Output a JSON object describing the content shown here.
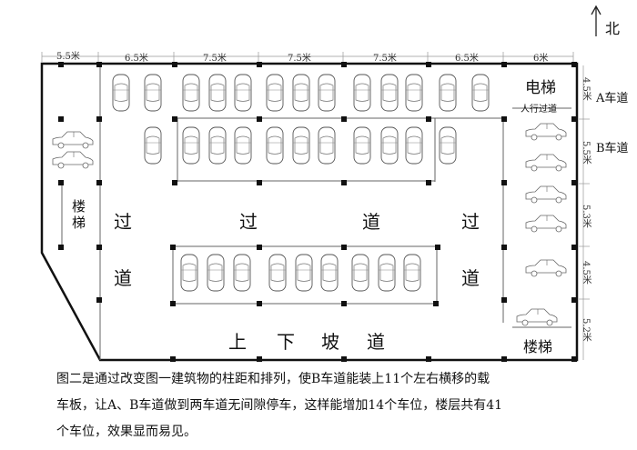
{
  "north": {
    "label": "北"
  },
  "top_dimensions": [
    "5.5米",
    "6.5米",
    "7.5米",
    "7.5米",
    "7.5米",
    "6.5米",
    "6米"
  ],
  "right_dimensions": [
    "4.5米",
    "5.5米",
    "5.3米",
    "4.5米",
    "5.2米"
  ],
  "lanes": {
    "a": "A车道",
    "b": "B车道"
  },
  "rooms": {
    "elevator": "电梯",
    "walkway": "人行过道",
    "stairs_left": "楼梯",
    "stairs_right": "楼梯"
  },
  "aisle_chars": {
    "guo": "过",
    "dao": "道"
  },
  "ramp": [
    "上",
    "下",
    "坡",
    "道"
  ],
  "caption": [
    "图二是通过改变图一建筑物的柱距和排列，使B车道能装上11个左右横移的载",
    "车板，让A、B车道做到两车道无间隙停车，这样能增加14个车位，楼层共有41",
    "个车位，效果显而易见。"
  ]
}
